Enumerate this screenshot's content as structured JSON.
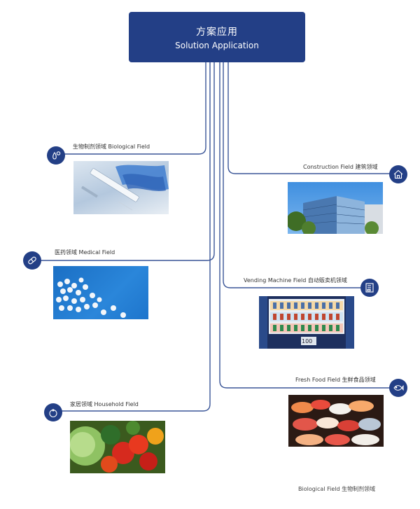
{
  "header": {
    "title_zh": "方案应用",
    "title_en": "Solution Application"
  },
  "fields": {
    "biological": {
      "label": "生物制剂领域   Biological Field",
      "icon": "biological-drops-icon"
    },
    "medical": {
      "label": "医药领域   Medical  Field",
      "icon": "pill-icon"
    },
    "household": {
      "label": "家居领域  Household Field",
      "icon": "tomato-icon"
    },
    "construction": {
      "label": "Construction Field   建筑领域",
      "icon": "house-icon"
    },
    "vending": {
      "label": "Vending Machine Field   自动贩卖机领域",
      "icon": "vending-machine-icon",
      "display_price": "100"
    },
    "fresh_food": {
      "label": "Fresh Food Field   生鲜食品领域",
      "icon": "fish-icon"
    }
  },
  "footer": {
    "text": "Biological Field   生物制剂领域"
  },
  "colors": {
    "brand": "#233f86",
    "line": "#3a5597"
  }
}
